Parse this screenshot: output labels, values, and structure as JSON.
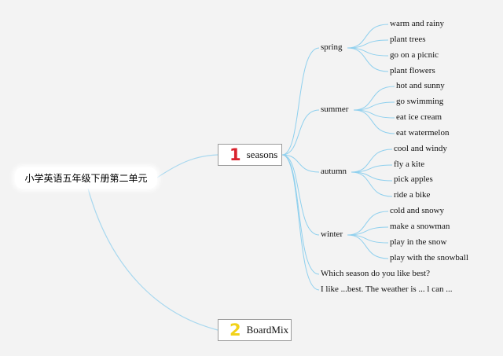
{
  "root": {
    "label": "小学英语五年级下册第二单元"
  },
  "topics": [
    {
      "number": "1",
      "label": "seasons"
    },
    {
      "number": "2",
      "label": "BoardMix"
    }
  ],
  "seasons": [
    {
      "name": "spring",
      "items": [
        "warm and rainy",
        "plant trees",
        "go on a picnic",
        "plant flowers"
      ]
    },
    {
      "name": "summer",
      "items": [
        "hot and sunny",
        "go swimming",
        "eat ice cream",
        "eat watermelon"
      ]
    },
    {
      "name": "autumn",
      "items": [
        "cool and windy",
        "fly a kite",
        "pick apples",
        "ride a bike"
      ]
    },
    {
      "name": "winter",
      "items": [
        "cold and snowy",
        "make a snowman",
        "play in the snow",
        "play with the snowball"
      ]
    }
  ],
  "sentences": [
    "Which season do you like best?",
    "I like ...best. The weather is ... l can ..."
  ],
  "colors": {
    "link": "#8fd0ee",
    "root_link": "#a8d8ef"
  }
}
